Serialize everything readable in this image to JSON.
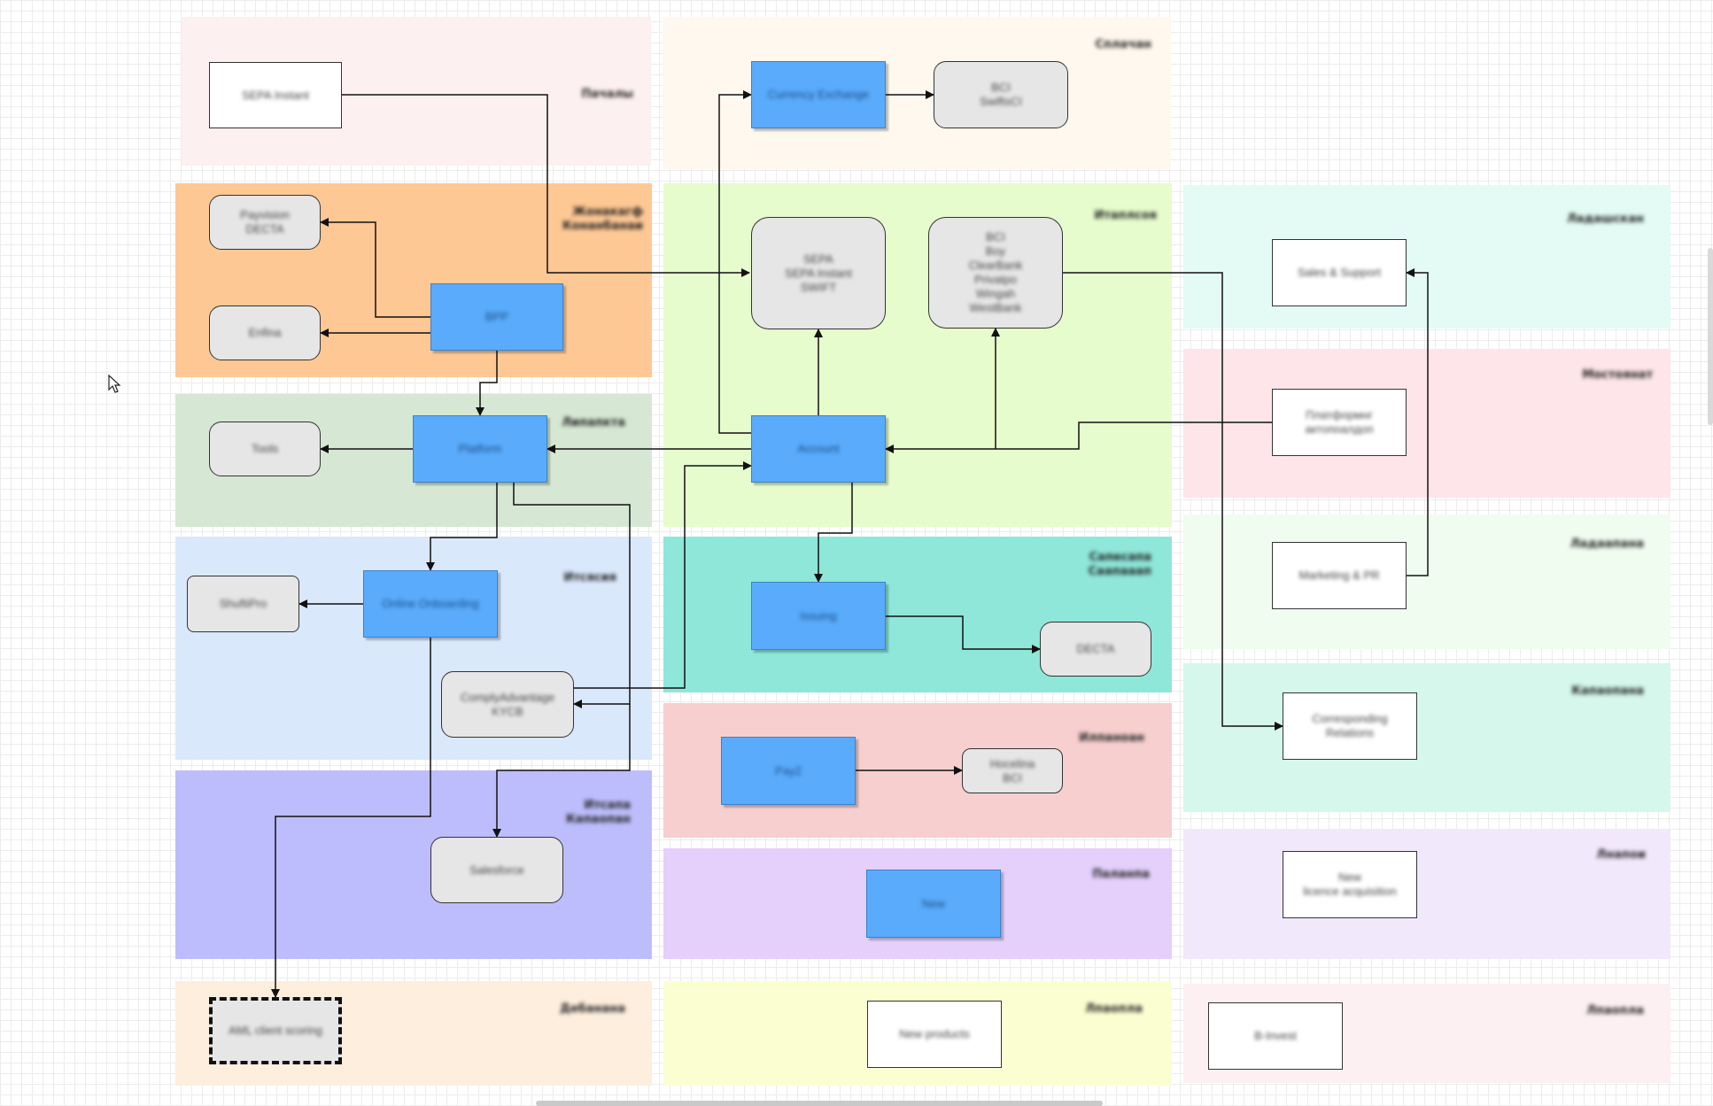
{
  "zones": {
    "top_left": {
      "label": "Пачалы",
      "color": "#fdf0f1"
    },
    "top_mid": {
      "label": "Сплачан",
      "color": "#fef8ee"
    },
    "orange": {
      "label": "Жонакагф\nКонанбанаи",
      "color": "#fec894"
    },
    "green_left": {
      "label": "Липапкта",
      "color": "#d6e8d4"
    },
    "lime": {
      "label": "Итаплсоя",
      "color": "#e6fccc"
    },
    "cyan_right": {
      "label": "Ладашскан",
      "color": "#e3fbf4"
    },
    "pink_right": {
      "label": "Мостоянат",
      "color": "#fde5e9"
    },
    "blue_left": {
      "label": "Итсясия",
      "color": "#dae8fb"
    },
    "teal": {
      "label": "Сапесапа\nСаапааап",
      "color": "#8ee7d9"
    },
    "mint_right": {
      "label": "Ладаапана",
      "color": "#f1fcf1"
    },
    "aqua_right": {
      "label": "Капаопана",
      "color": "#d5f7ec"
    },
    "salmon": {
      "label": "Илпаноан",
      "color": "#f7cfcf"
    },
    "purple_left": {
      "label": "Итсапа\nКапаопан",
      "color": "#bdbdfd"
    },
    "lavender_mid": {
      "label": "Паланпа",
      "color": "#e4d0fb"
    },
    "lavender_right": {
      "label": "Лнапои",
      "color": "#f2e8fb"
    },
    "peach_bottom": {
      "label": "Дебанана",
      "color": "#fdeedd"
    },
    "yellow_bottom": {
      "label": "Лпаопла",
      "color": "#fbfed1"
    },
    "pink_bottom": {
      "label": "Лпаопла",
      "color": "#fdf0f2"
    }
  },
  "nodes": {
    "sepa_instant": "SEPA Instant",
    "currency_exchange": "Currency Exchange",
    "bci_swiftci": "BCI\nSwiftsCI",
    "payvision": "Payvision\nDECTA",
    "enfinia": "Enfina",
    "bpp": "BPP",
    "sepa_group": "SEPA\nSEPA Instant\nSWIFT",
    "bci_group": "BCI\nBoy\nClearBank\nPrivatpo\nWingah\nWestBank",
    "sales_support": "Sales & Support",
    "tools": "Tools",
    "platform": "Platform",
    "account": "Account",
    "platform_reports": "Платформнг\nактопоалдоп",
    "shufti_pro": "ShuftiPro",
    "online_onboarding": "Online Onboarding",
    "issuing": "Issuing",
    "decta": "DECTA",
    "marketing_pr": "Marketing & PR",
    "comply_advantage": "ComplyAdvantage\nKYCB",
    "corresponding_relations": "Corresponding\nRelations",
    "pay2": "Pay2",
    "hocelina_bci": "Hocelina\nBCI",
    "salesforce": "Salesforce",
    "new_node": "New",
    "new_licence": "New\nlicence acquisition",
    "aml_scoring": "AML client scoring",
    "new_products": "New products",
    "b_invest": "B-Invest"
  }
}
